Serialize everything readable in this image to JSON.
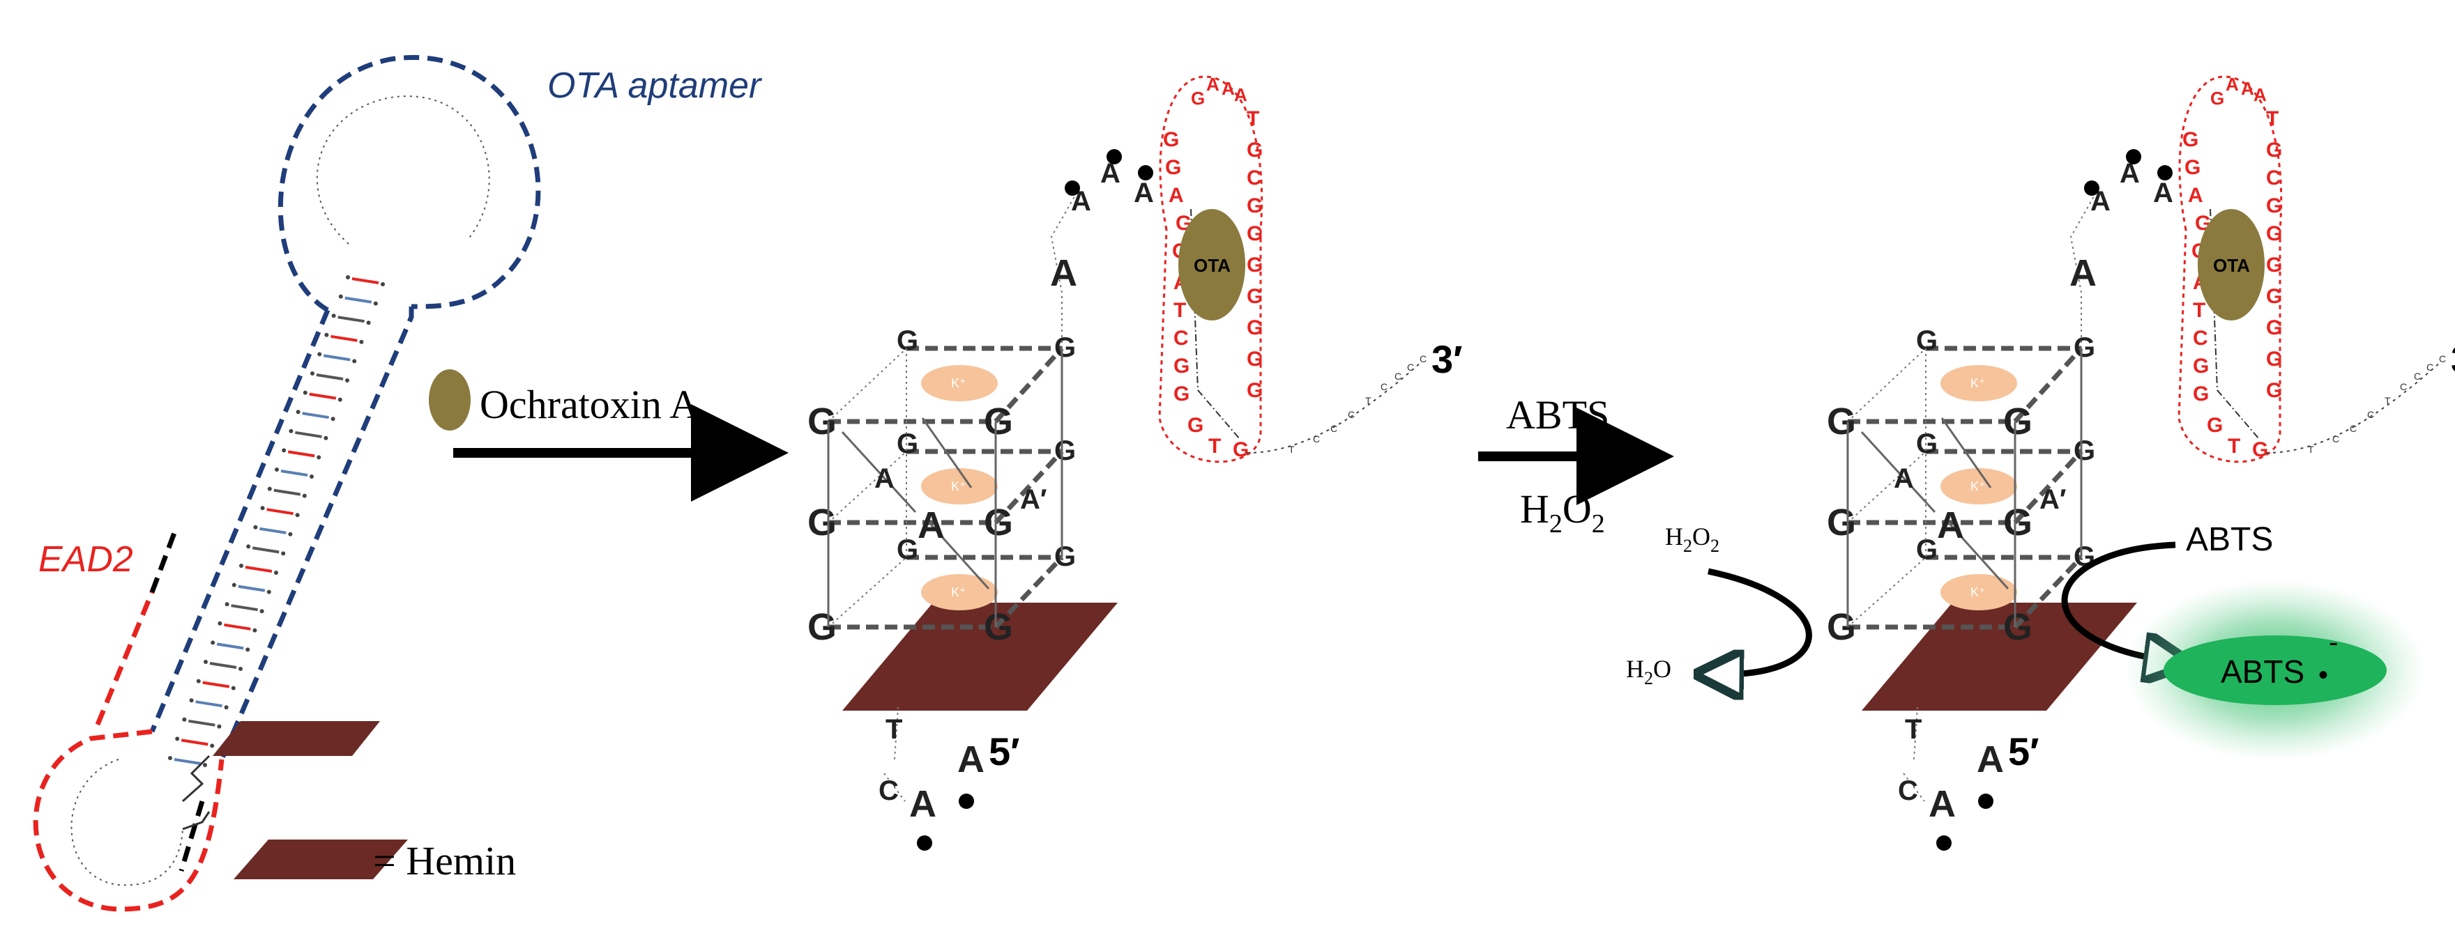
{
  "labels": {
    "ota_aptamer": "OTA aptamer",
    "ead2": "EAD2",
    "ochratoxin": "Ochratoxin A",
    "hemin_legend": "= Hemin",
    "abts_top": "ABTS",
    "h2o2_bottom": "H",
    "h2o2_sub2": "2",
    "h2o2_o": "O",
    "h2o2_sub2b": "2",
    "left_h2o2_h": "H",
    "left_h2o2_sub": "2",
    "left_h2o2_o": "O",
    "left_h2o2_sub2": "2",
    "h2o_h": "H",
    "h2o_sub": "2",
    "h2o_o": "O",
    "abts_right": "ABTS",
    "abts_radical": "ABTS",
    "radical_sup": "-",
    "radical_dot": "•",
    "ota": "OTA",
    "k_ion": "K⁺",
    "prime3": "3′",
    "prime5": "5′"
  },
  "quad": {
    "g": "G",
    "a": "A",
    "a_prime": "A′",
    "t": "T",
    "c": "C"
  },
  "aptamer_red": [
    "G",
    "G",
    "A",
    "T",
    "C",
    "G",
    "G",
    "G",
    "T",
    "G",
    "A",
    "A",
    "A",
    "T",
    "G",
    "C",
    "G",
    "G",
    "G",
    "G",
    "G",
    "G",
    "G"
  ],
  "tail": [
    "T",
    "C",
    "C",
    "C",
    "T",
    "C",
    "C",
    "C",
    "C"
  ],
  "colors": {
    "blue": "#1f3d7a",
    "red": "#e8231f",
    "hemin": "#6b2a25",
    "ota": "#8a7a3e",
    "kion": "#f6c39a",
    "green": "#1fb35b"
  }
}
